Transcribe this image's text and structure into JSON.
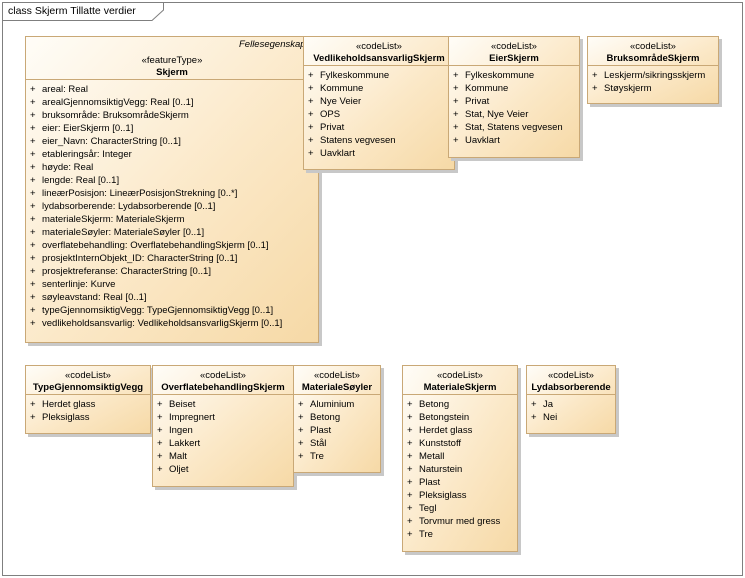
{
  "diagram": {
    "title": "class Skjerm Tillatte verdier"
  },
  "skjerm": {
    "package": "Fellesegenskaper",
    "stereotype": "«featureType»",
    "name": "Skjerm",
    "attributes": [
      "areal: Real",
      "arealGjennomsiktigVegg: Real [0..1]",
      "bruksområde: BruksområdeSkjerm",
      "eier: EierSkjerm [0..1]",
      "eier_Navn: CharacterString [0..1]",
      "etableringsår: Integer",
      "høyde: Real",
      "lengde: Real [0..1]",
      "lineærPosisjon: LineærPosisjonStrekning [0..*]",
      "lydabsorberende: Lydabsorberende [0..1]",
      "materialeSkjerm: MaterialeSkjerm",
      "materialeSøyler: MaterialeSøyler [0..1]",
      "overflatebehandling: OverflatebehandlingSkjerm [0..1]",
      "prosjektInternObjekt_ID: CharacterString [0..1]",
      "prosjektreferanse: CharacterString [0..1]",
      "senterlinje: Kurve",
      "søyleavstand: Real [0..1]",
      "typeGjennomsiktigVegg: TypeGjennomsiktigVegg [0..1]",
      "vedlikeholdsansvarlig: VedlikeholdsansvarligSkjerm [0..1]"
    ]
  },
  "vedlikehold": {
    "stereotype": "«codeList»",
    "name": "VedlikeholdsansvarligSkjerm",
    "values": [
      "Fylkeskommune",
      "Kommune",
      "Nye Veier",
      "OPS",
      "Privat",
      "Statens vegvesen",
      "Uavklart"
    ]
  },
  "eier": {
    "stereotype": "«codeList»",
    "name": "EierSkjerm",
    "values": [
      "Fylkeskommune",
      "Kommune",
      "Privat",
      "Stat, Nye Veier",
      "Stat, Statens vegvesen",
      "Uavklart"
    ]
  },
  "bruksomrade": {
    "stereotype": "«codeList»",
    "name": "BruksområdeSkjerm",
    "values": [
      "Leskjerm/sikringsskjerm",
      "Støyskjerm"
    ]
  },
  "typeGjennomsiktig": {
    "stereotype": "«codeList»",
    "name": "TypeGjennomsiktigVegg",
    "values": [
      "Herdet glass",
      "Pleksiglass"
    ]
  },
  "overflate": {
    "stereotype": "«codeList»",
    "name": "OverflatebehandlingSkjerm",
    "values": [
      "Beiset",
      "Impregnert",
      "Ingen",
      "Lakkert",
      "Malt",
      "Oljet"
    ]
  },
  "materialeSoyler": {
    "stereotype": "«codeList»",
    "name": "MaterialeSøyler",
    "values": [
      "Aluminium",
      "Betong",
      "Plast",
      "Stål",
      "Tre"
    ]
  },
  "materialeSkjerm": {
    "stereotype": "«codeList»",
    "name": "MaterialeSkjerm",
    "values": [
      "Betong",
      "Betongstein",
      "Herdet glass",
      "Kunststoff",
      "Metall",
      "Naturstein",
      "Plast",
      "Pleksiglass",
      "Tegl",
      "Torvmur med gress",
      "Tre"
    ]
  },
  "lyd": {
    "stereotype": "«codeList»",
    "name": "Lydabsorberende",
    "values": [
      "Ja",
      "Nei"
    ]
  },
  "visibility": "+"
}
